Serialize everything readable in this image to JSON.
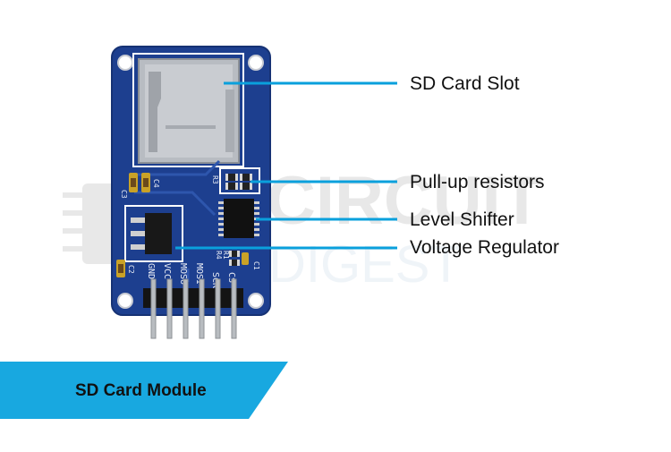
{
  "labels": {
    "sd_card_slot": "SD Card Slot",
    "pull_up_resistors": "Pull-up resistors",
    "level_shifter": "Level Shifter",
    "voltage_regulator": "Voltage Regulator"
  },
  "watermark": {
    "line1": "CIRCUIT",
    "line2": "DIGEST"
  },
  "banner": {
    "title": "SD Card Module"
  },
  "board": {
    "pins": [
      "GND",
      "VCC",
      "MOSO",
      "MOSI",
      "SCK",
      "CS"
    ],
    "silkscreen": [
      "C3",
      "C4",
      "R3",
      "R4",
      "R1",
      "C1",
      "C2"
    ]
  },
  "colors": {
    "accent": "#0aa0dc",
    "pcb": "#1d3f8f",
    "banner": "#18a8e0",
    "watermark": "#e2e2e2"
  }
}
